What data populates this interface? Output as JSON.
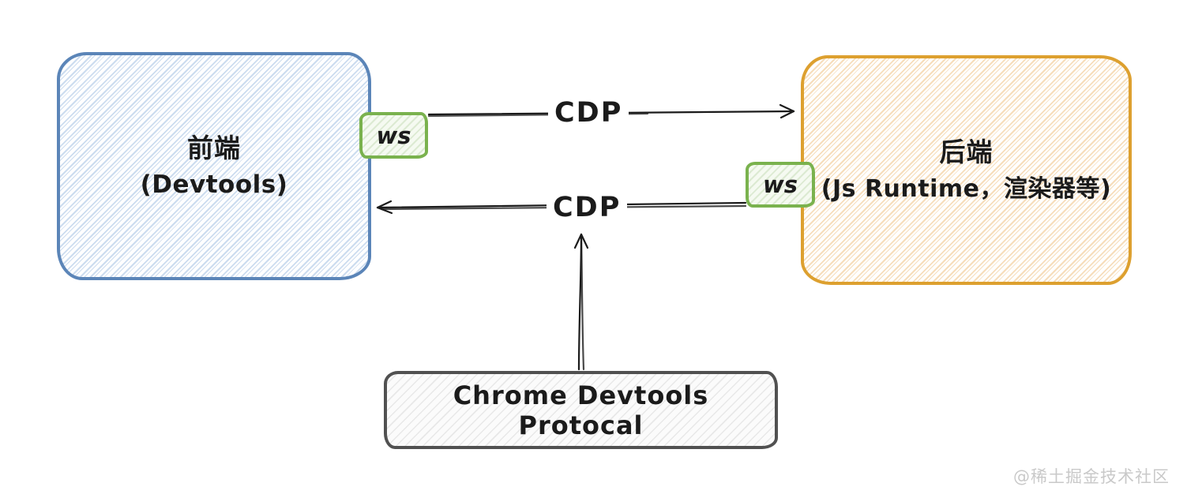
{
  "nodes": {
    "frontend": {
      "title": "前端",
      "subtitle": "(Devtools)"
    },
    "backend": {
      "title": "后端",
      "subtitle": "(Js Runtime，渲染器等)"
    },
    "protocol": {
      "label": "Chrome Devtools Protocal"
    }
  },
  "badges": {
    "ws_left": {
      "label": "ws"
    },
    "ws_right": {
      "label": "ws"
    }
  },
  "edges": {
    "top": {
      "label": "CDP",
      "direction": "frontend-to-backend"
    },
    "bottom": {
      "label": "CDP",
      "direction": "backend-to-frontend"
    },
    "vertical": {
      "from": "protocol-box",
      "to": "bottom-cdp-edge"
    }
  },
  "watermark": {
    "text": "@稀土掘金技术社区"
  },
  "colors": {
    "frontend_border": "#5b85b8",
    "frontend_hatch": "#ccdcef",
    "backend_border": "#dda02f",
    "backend_hatch": "#f6ddbb",
    "ws_border": "#7ab24e",
    "ws_hatch": "#dcead2",
    "protocol_border": "#515151",
    "protocol_hatch": "#e8e8e8",
    "arrow": "#1b1b1b",
    "text": "#1b1b1b",
    "watermark": "#c9c9c9"
  }
}
